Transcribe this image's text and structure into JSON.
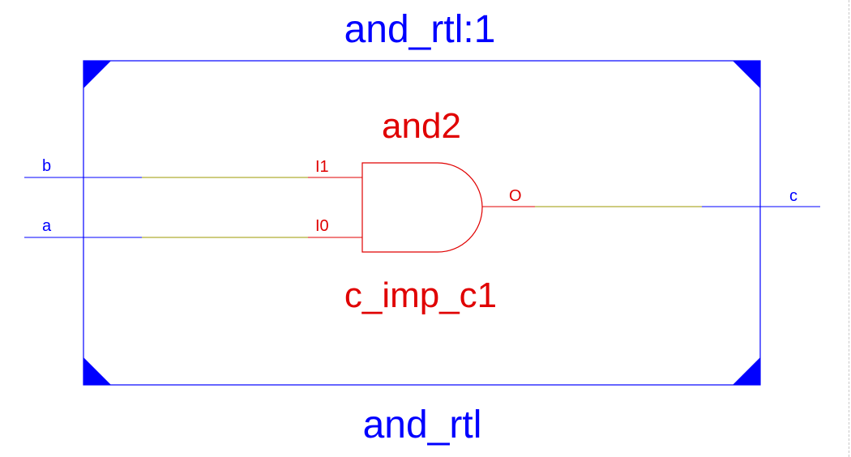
{
  "instance_label": "and_rtl:1",
  "module_label": "and_rtl",
  "gate": {
    "type_label": "and2",
    "instance_label": "c_imp_c1",
    "pins": {
      "in1": "I1",
      "in0": "I0",
      "out": "O"
    }
  },
  "ports": {
    "b": "b",
    "a": "a",
    "c": "c"
  },
  "colors": {
    "module": "#0000ff",
    "gate": "#e00000",
    "net": "#9c9a00"
  }
}
